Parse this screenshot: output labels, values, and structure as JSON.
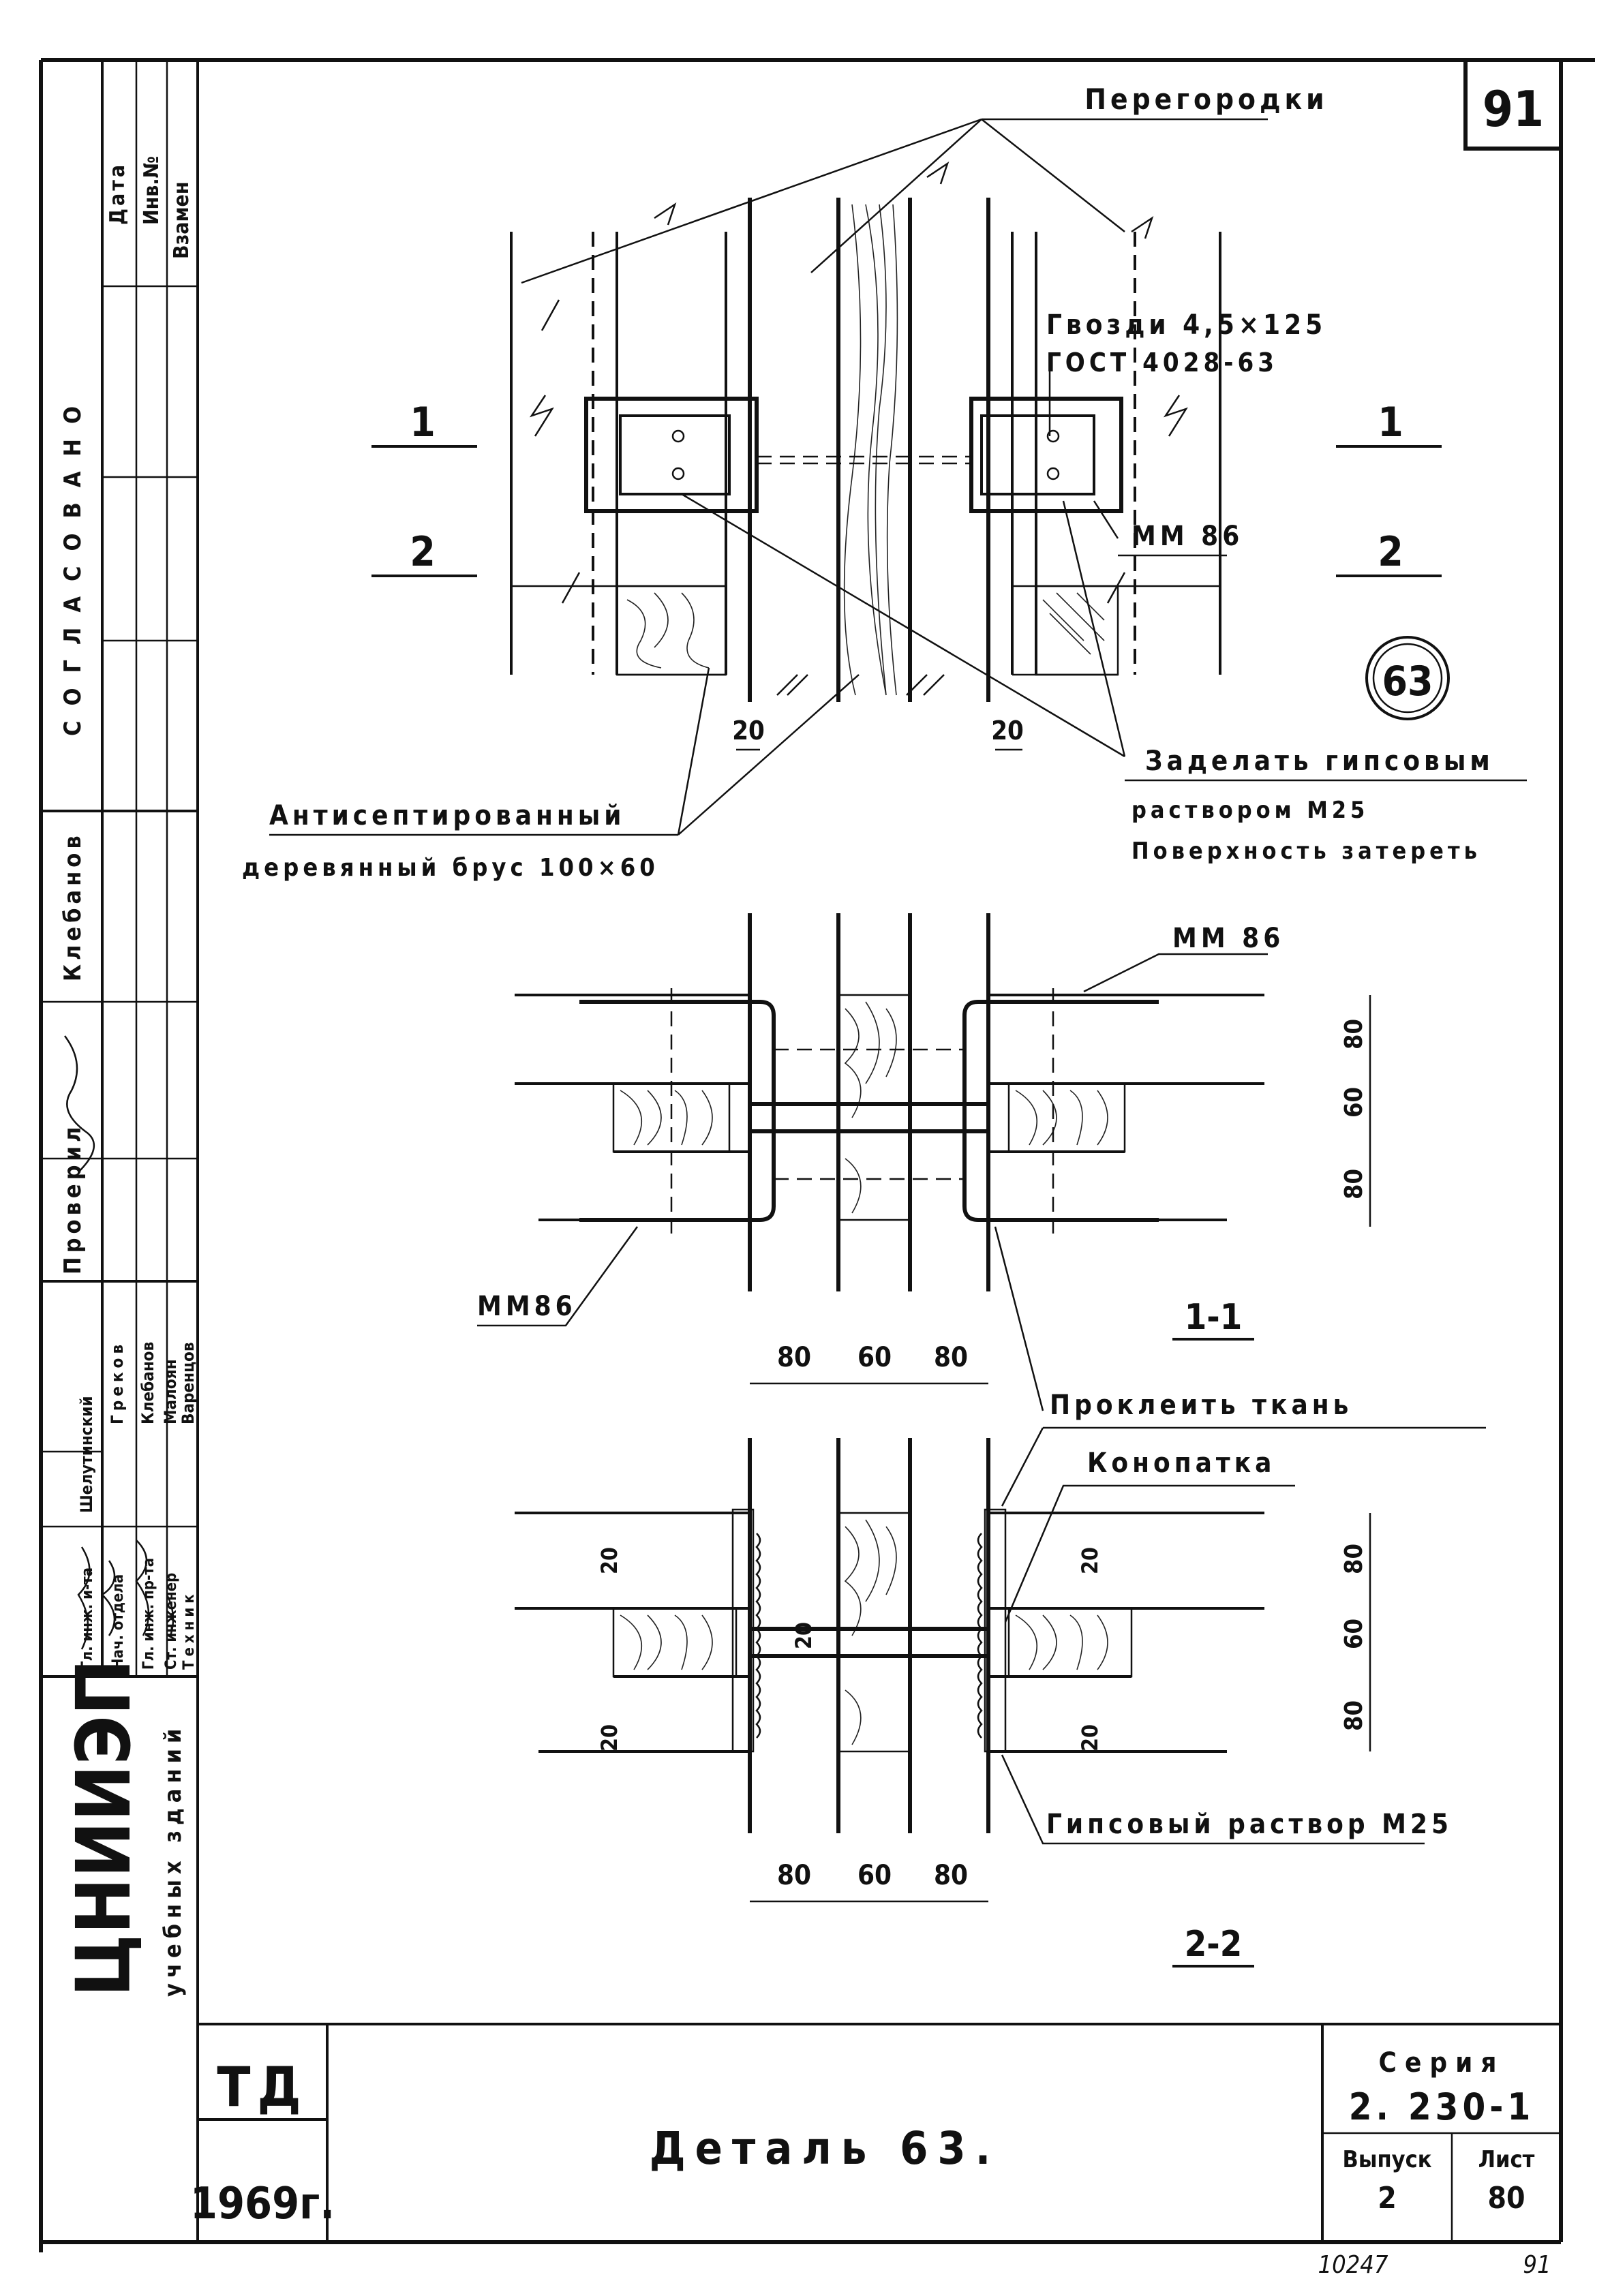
{
  "sheet": {
    "page_number": "91",
    "bottom_left_number": "10247",
    "bottom_right_number": "91"
  },
  "stamp": {
    "inv_no": "Инв.№",
    "vzamen": "Взамен",
    "data": "Дата",
    "soglasovano": "СОГЛАСОВАНО",
    "rows": [
      {
        "role": "Гл. инж. и-та",
        "name": "Шелутинский"
      },
      {
        "role": "Нач. отдела",
        "name": "Греков"
      },
      {
        "role": "Гл. инж. пр-та",
        "name": "Клебанов"
      },
      {
        "role": "Ст. инженер",
        "name": "Малоян"
      },
      {
        "role": "Техник",
        "name": "Варенцов"
      }
    ],
    "proveril_label": "Проверил",
    "proveril_name": "Клебанов",
    "org_name": "ЦНИИЭП",
    "org_sub": "учебных зданий"
  },
  "title_block": {
    "td": "ТД",
    "year": "1969г.",
    "title": "Деталь 63.",
    "seria_label": "Серия",
    "seria_value": "2. 230-1",
    "vypusk_label": "Выпуск",
    "vypusk_value": "2",
    "list_label": "Лист",
    "list_value": "80"
  },
  "labels": {
    "peregorodki": "Перегородки",
    "gvozdi": "Гвозди 4,5×125",
    "gost": "ГОСТ 4028-63",
    "mm86_plan": "ММ 86",
    "section_marker_num": "1",
    "section_marker_den": "2",
    "detail_circle": "63",
    "zadelat_1": "Заделать гипсовым",
    "zadelat_2": "раствором М25",
    "zadelat_3": "Поверхность затереть",
    "antisept_1": "Антисептированный",
    "antisept_2": "деревянный брус 100×60",
    "dim_20": "20",
    "mm86_s1_top": "ММ 86",
    "mm86_s1_left": "ММ86",
    "dim_80": "80",
    "dim_60": "60",
    "section_1": "1-1",
    "prokleit": "Проклеить ткань",
    "konopatka": "Конопатка",
    "gips": "Гипсовый раствор М25",
    "section_2": "2-2"
  }
}
